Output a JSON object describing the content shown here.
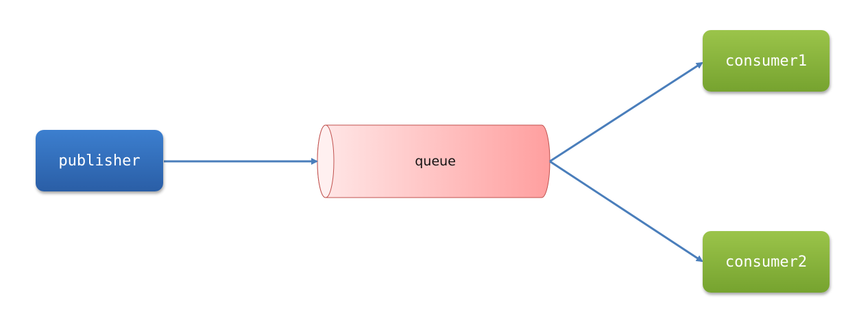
{
  "diagram": {
    "publisher": {
      "label": "publisher",
      "color": "#2f6db8"
    },
    "queue": {
      "label": "queue",
      "color": "#ff9f9f"
    },
    "consumers": [
      {
        "label": "consumer1",
        "color": "#8ab63c"
      },
      {
        "label": "consumer2",
        "color": "#8ab63c"
      }
    ],
    "arrows": [
      {
        "from": "publisher",
        "to": "queue"
      },
      {
        "from": "queue",
        "to": "consumer1"
      },
      {
        "from": "queue",
        "to": "consumer2"
      }
    ],
    "arrow_color": "#4a7ebb"
  }
}
